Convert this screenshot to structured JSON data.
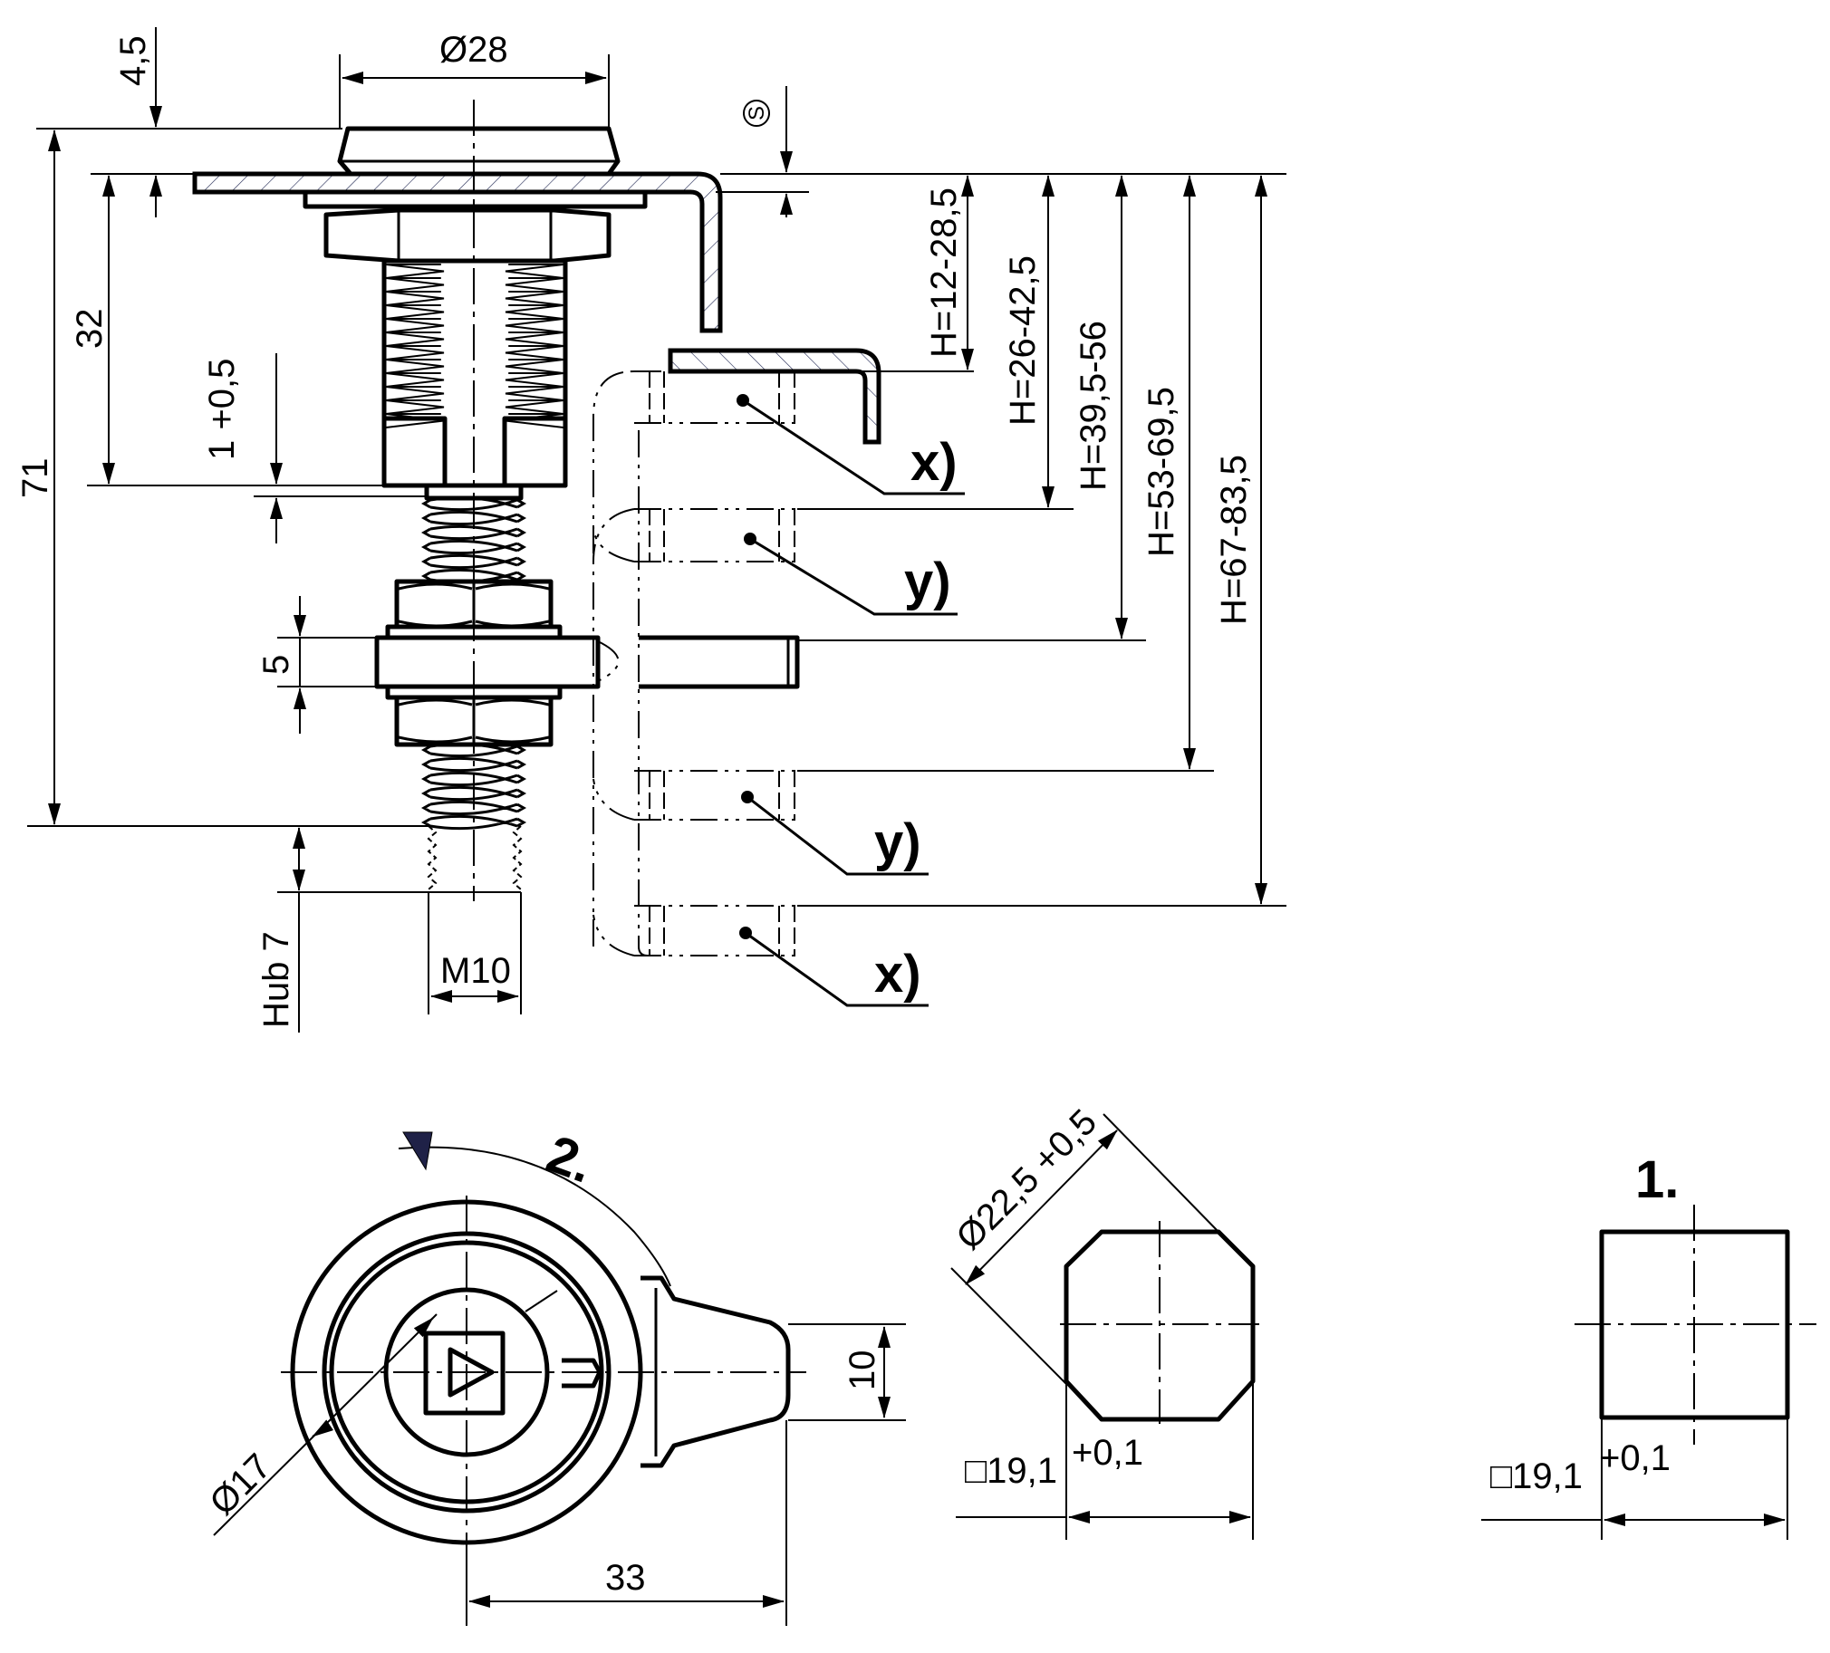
{
  "drawing": {
    "title": "Cam lock technical drawing",
    "colors": {
      "line": "#000000",
      "hatch": "#1d2450",
      "rotation_arrow": "#1f2147"
    },
    "side_view": {
      "dimensions": {
        "head_diameter": "Ø28",
        "head_height": "4,5",
        "sheet_thickness_symbol": "S",
        "body_length": "32",
        "overall_length": "71",
        "gap": "1 +0,5",
        "cam_thickness": "5",
        "stroke": "Hub 7",
        "thread": "M10"
      },
      "height_ranges": [
        "H=12-28,5",
        "H=26-42,5",
        "H=39,5-56",
        "H=53-69,5",
        "H=67-83,5"
      ],
      "callouts": [
        "x)",
        "y)",
        "y)",
        "x)"
      ]
    },
    "front_view": {
      "step_label": "2.",
      "dimensions": {
        "inner_diameter": "Ø17",
        "cam_width": "10",
        "cam_length": "33"
      }
    },
    "cutout_view": {
      "dimensions": {
        "diagonal": "Ø22,5 +0,5",
        "square": "□19,1",
        "square_tolerance": "+0,1"
      }
    },
    "square_view": {
      "step_label": "1.",
      "dimensions": {
        "square": "□19,1",
        "square_tolerance": "+0,1"
      }
    }
  }
}
